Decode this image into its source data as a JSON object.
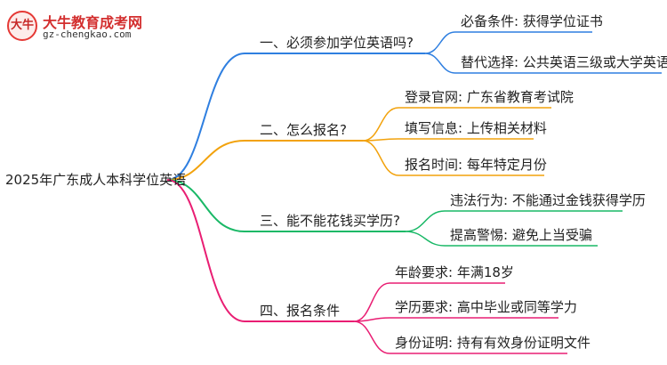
{
  "logo": {
    "badge_text": "大牛",
    "title": "大牛教育成考网",
    "url": "gz-chengkao.com"
  },
  "colors": {
    "branch1": "#2f7fe0",
    "branch2": "#f2a20c",
    "branch3": "#19b866",
    "branch4": "#e91e73",
    "root_link": "#555555"
  },
  "root": {
    "label": "2025年广东成人本科学位英语"
  },
  "branches": [
    {
      "label": "一、必须参加学位英语吗?",
      "leaves": [
        "必备条件: 获得学位证书",
        "替代选择: 公共英语三级或大学英语四级"
      ]
    },
    {
      "label": "二、怎么报名?",
      "leaves": [
        "登录官网: 广东省教育考试院",
        "填写信息: 上传相关材料",
        "报名时间: 每年特定月份"
      ]
    },
    {
      "label": "三、能不能花钱买学历?",
      "leaves": [
        "违法行为: 不能通过金钱获得学历",
        "提高警惕: 避免上当受骗"
      ]
    },
    {
      "label": "四、报名条件",
      "leaves": [
        "年龄要求: 年满18岁",
        "学历要求: 高中毕业或同等学力",
        "身份证明: 持有有效身份证明文件"
      ]
    }
  ]
}
